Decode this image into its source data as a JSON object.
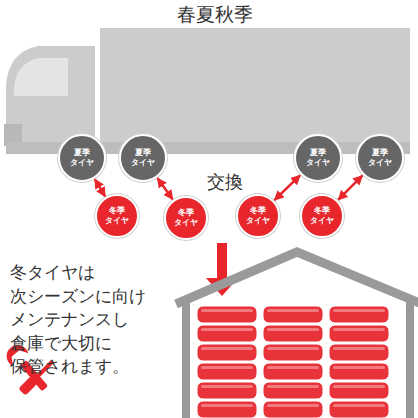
{
  "diagram": {
    "title": "春夏秋季",
    "nodes": [
      {
        "text": [
          "夏季 タイヤ"
        ]
      },
      {
        "text": [
          "夏季 タイヤ"
        ]
      },
      {
        "text": [
          "夏季 タイヤ"
        ]
      },
      {
        "text": [
          "夏季 タイヤ"
        ]
      },
      {
        "text": [
          "冬季 タイヤ"
        ]
      },
      {
        "text": [
          "冬季 タイヤ"
        ]
      },
      {
        "text": [
          "冬季 タイヤ"
        ]
      },
      {
        "text": [
          "冬季 タイヤ"
        ]
      }
    ],
    "edges": [
      {
        "from": 0,
        "to": 4,
        "arrow": "both"
      },
      {
        "from": 1,
        "to": 5,
        "arrow": "both"
      },
      {
        "from": 2,
        "to": 6,
        "arrow": "both"
      },
      {
        "from": 3,
        "to": 7,
        "arrow": "both"
      }
    ],
    "labels": [
      "交換",
      "冬タイヤは 次シーズンに向け メンテナンスし 倉庫で大切に 保管されます。"
    ]
  }
}
